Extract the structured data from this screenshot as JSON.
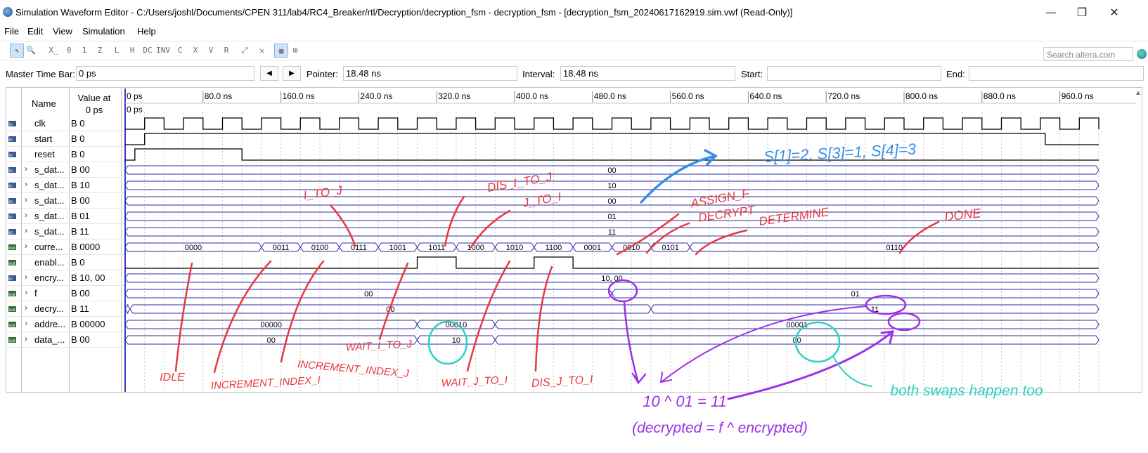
{
  "window": {
    "title": "Simulation Waveform Editor - C:/Users/joshl/Documents/CPEN 311/lab4/RC4_Breaker/rtl/Decryption/decryption_fsm - decryption_fsm - [decryption_fsm_20240617162919.sim.vwf (Read-Only)]",
    "minimize_glyph": "—",
    "restore_glyph": "❐",
    "close_glyph": "✕"
  },
  "menu": {
    "items": [
      "File",
      "Edit",
      "View",
      "Simulation",
      "Help"
    ]
  },
  "search": {
    "placeholder": "Search altera.com"
  },
  "toolbar": {
    "icons": [
      "selection-tool-icon",
      "zoom-tool-icon",
      "forcing-unknown-icon",
      "force-low-icon",
      "force-high-icon",
      "high-impedance-icon",
      "weak-low-icon",
      "weak-high-icon",
      "dont-care-icon",
      "invert-icon",
      "count-value-icon",
      "clock-value-icon",
      "arbitrary-value-icon",
      "random-value-icon",
      "snap-to-grid-icon",
      "group-icon",
      "grid-icon",
      "expand-icon"
    ],
    "glyphs": [
      "⬉",
      "🔍",
      "X̲",
      "0",
      "1",
      "Z",
      "L",
      "H",
      "DC",
      "INV",
      "C",
      "X",
      "V",
      "R",
      "⤢",
      "⇲",
      "▦",
      "⊞"
    ]
  },
  "timebar": {
    "master_label": "Master Time Bar:",
    "master_value": "0 ps",
    "prev_glyph": "◀",
    "next_glyph": "▶",
    "pointer_label": "Pointer:",
    "pointer_value": "18.48 ns",
    "interval_label": "Interval:",
    "interval_value": "18.48 ns",
    "start_label": "Start:",
    "start_value": "",
    "end_label": "End:",
    "end_value": ""
  },
  "signal_header": {
    "name": "Name",
    "value_at": "Value at",
    "value_time": "0 ps"
  },
  "time_axis": {
    "cursor_label": "0 ps",
    "ticks": [
      {
        "t": 0,
        "label": "0 ps"
      },
      {
        "t": 80,
        "label": "80.0 ns"
      },
      {
        "t": 160,
        "label": "160.0 ns"
      },
      {
        "t": 240,
        "label": "240.0 ns"
      },
      {
        "t": 320,
        "label": "320.0 ns"
      },
      {
        "t": 400,
        "label": "400.0 ns"
      },
      {
        "t": 480,
        "label": "480.0 ns"
      },
      {
        "t": 560,
        "label": "560.0 ns"
      },
      {
        "t": 640,
        "label": "640.0 ns"
      },
      {
        "t": 720,
        "label": "720.0 ns"
      },
      {
        "t": 800,
        "label": "800.0 ns"
      },
      {
        "t": 880,
        "label": "880.0 ns"
      },
      {
        "t": 960,
        "label": "960.0 ns"
      }
    ],
    "range_ns": [
      0,
      1000
    ]
  },
  "signals": [
    {
      "dir": "in",
      "expand": false,
      "name": "clk",
      "value": "B 0"
    },
    {
      "dir": "in",
      "expand": false,
      "name": "start",
      "value": "B 0"
    },
    {
      "dir": "in",
      "expand": false,
      "name": "reset",
      "value": "B 0"
    },
    {
      "dir": "in",
      "expand": true,
      "name": "s_dat...",
      "value": "B 00"
    },
    {
      "dir": "in",
      "expand": true,
      "name": "s_dat...",
      "value": "B 10"
    },
    {
      "dir": "in",
      "expand": true,
      "name": "s_dat...",
      "value": "B 00"
    },
    {
      "dir": "in",
      "expand": true,
      "name": "s_dat...",
      "value": "B 01"
    },
    {
      "dir": "in",
      "expand": true,
      "name": "s_dat...",
      "value": "B 11"
    },
    {
      "dir": "out",
      "expand": true,
      "name": "curre...",
      "value": "B 0000"
    },
    {
      "dir": "out",
      "expand": false,
      "name": "enabl...",
      "value": "B 0"
    },
    {
      "dir": "in",
      "expand": true,
      "name": "encry...",
      "value": "B 10, 00"
    },
    {
      "dir": "out",
      "expand": true,
      "name": "f",
      "value": "B 00"
    },
    {
      "dir": "out",
      "expand": true,
      "name": "decry...",
      "value": "B 11"
    },
    {
      "dir": "out",
      "expand": true,
      "name": "addre...",
      "value": "B 00000"
    },
    {
      "dir": "out",
      "expand": true,
      "name": "data_...",
      "value": "B 00"
    }
  ],
  "waveforms": {
    "clock_period_ns": 40,
    "start_high_ns": [
      20,
      945
    ],
    "reset_high_ns": [
      10,
      120
    ],
    "bus_labels": [
      {
        "row": 3,
        "segments": [
          {
            "from": 0,
            "to": 1000,
            "label": "00"
          }
        ]
      },
      {
        "row": 4,
        "segments": [
          {
            "from": 0,
            "to": 1000,
            "label": "10"
          }
        ]
      },
      {
        "row": 5,
        "segments": [
          {
            "from": 0,
            "to": 1000,
            "label": "00"
          }
        ]
      },
      {
        "row": 6,
        "segments": [
          {
            "from": 0,
            "to": 1000,
            "label": "01"
          }
        ]
      },
      {
        "row": 7,
        "segments": [
          {
            "from": 0,
            "to": 1000,
            "label": "11"
          }
        ]
      },
      {
        "row": 8,
        "segments": [
          {
            "from": 0,
            "to": 140,
            "label": "0000"
          },
          {
            "from": 140,
            "to": 180,
            "label": "0011"
          },
          {
            "from": 180,
            "to": 220,
            "label": "0100"
          },
          {
            "from": 220,
            "to": 260,
            "label": "0111"
          },
          {
            "from": 260,
            "to": 300,
            "label": "1001"
          },
          {
            "from": 300,
            "to": 340,
            "label": "1011"
          },
          {
            "from": 340,
            "to": 380,
            "label": "1000"
          },
          {
            "from": 380,
            "to": 420,
            "label": "1010"
          },
          {
            "from": 420,
            "to": 460,
            "label": "1100"
          },
          {
            "from": 460,
            "to": 500,
            "label": "0001"
          },
          {
            "from": 500,
            "to": 540,
            "label": "0010"
          },
          {
            "from": 540,
            "to": 580,
            "label": "0101"
          },
          {
            "from": 580,
            "to": 1000,
            "label": "0110"
          }
        ]
      },
      {
        "row": 10,
        "segments": [
          {
            "from": 0,
            "to": 1000,
            "label": "10, 00"
          }
        ]
      },
      {
        "row": 11,
        "segments": [
          {
            "from": 0,
            "to": 500,
            "label": "00"
          },
          {
            "from": 500,
            "to": 1000,
            "label": "01"
          }
        ]
      },
      {
        "row": 12,
        "segments": [
          {
            "from": 0,
            "to": 5,
            "label": ""
          },
          {
            "from": 5,
            "to": 540,
            "label": "00"
          },
          {
            "from": 540,
            "to": 1000,
            "label": "11"
          }
        ]
      },
      {
        "row": 13,
        "segments": [
          {
            "from": 0,
            "to": 300,
            "label": "00000"
          },
          {
            "from": 300,
            "to": 380,
            "label": "00010"
          },
          {
            "from": 380,
            "to": 1000,
            "label": "00001"
          }
        ]
      },
      {
        "row": 14,
        "segments": [
          {
            "from": 0,
            "to": 300,
            "label": "00"
          },
          {
            "from": 300,
            "to": 380,
            "label": "10"
          },
          {
            "from": 380,
            "to": 1000,
            "label": "00"
          }
        ]
      }
    ],
    "enable_high_ns": [
      [
        300,
        340
      ],
      [
        420,
        460
      ]
    ]
  },
  "annotations": {
    "red": {
      "I_TO_J": "I_TO_J",
      "DIS_I_TO_J": "DIS_I_TO_J",
      "J_TO_I": "J_TO_I",
      "ASSIGN_F": "ASSIGN_F",
      "DECRYPT": "DECRYPT",
      "DETERMINE": "DETERMINE",
      "DONE": "DONE",
      "IDLE": "IDLE",
      "INCREMENT_INDEX_I": "INCREMENT_INDEX_I",
      "INCREMENT_INDEX_J": "INCREMENT_INDEX_J",
      "WAIT_I_TO_J": "WAIT_I_TO_J",
      "WAIT_J_TO_I": "WAIT_J_TO_I",
      "DIS_J_TO_I": "DIS_J_TO_I"
    },
    "blue": {
      "s_values": "S[1]=2, S[3]=1, S[4]=3"
    },
    "purple": {
      "xor_line1": "10 ^ 01 = 11",
      "xor_line2": "(decrypted = f ^ encrypted)"
    },
    "teal": {
      "swaps": "both swaps happen too"
    },
    "colors": {
      "red": "#e8383d",
      "blue": "#3a8ee6",
      "purple": "#9b30e8",
      "teal": "#2fcfc0",
      "wave": "#2b2ba8"
    }
  }
}
